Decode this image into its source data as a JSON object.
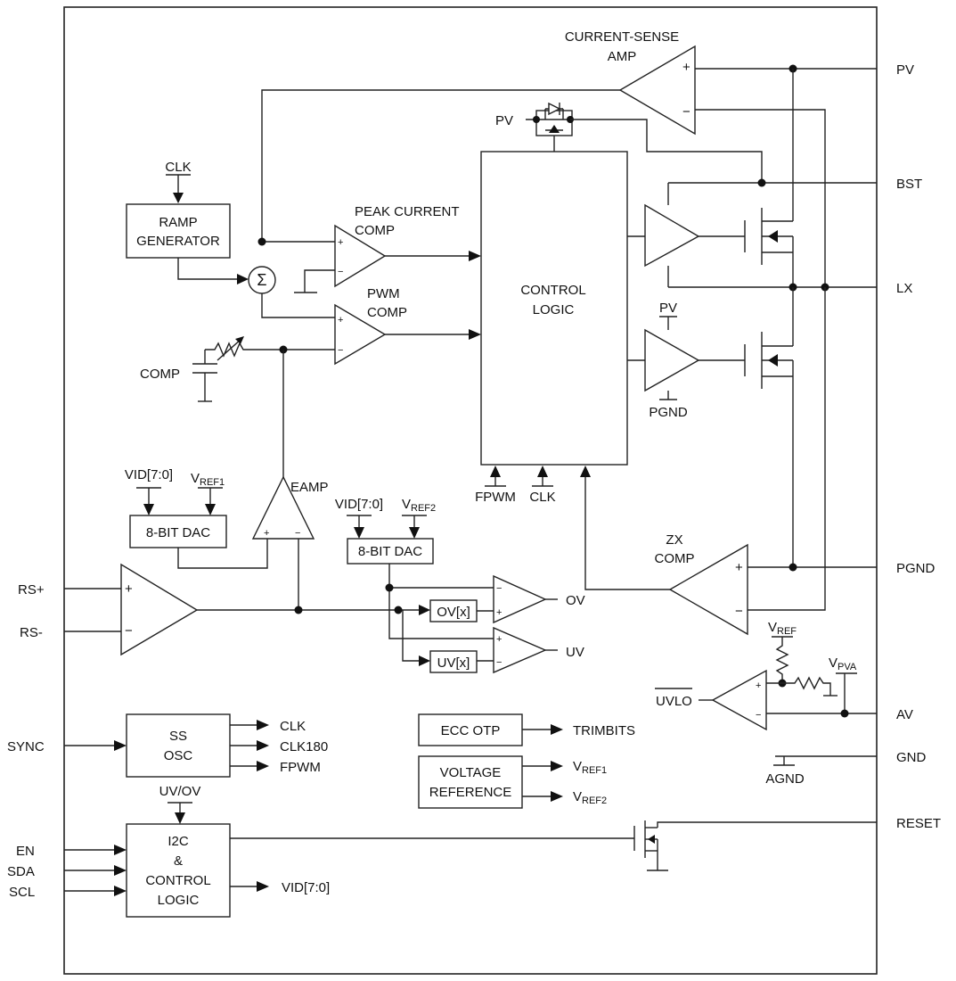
{
  "pins": {
    "pv": "PV",
    "bst": "BST",
    "lx": "LX",
    "pgnd": "PGND",
    "av": "AV",
    "gnd": "GND",
    "reset": "RESET",
    "rs_plus": "RS+",
    "rs_minus": "RS-",
    "sync": "SYNC",
    "en": "EN",
    "sda": "SDA",
    "scl": "SCL",
    "comp": "COMP"
  },
  "blocks": {
    "ramp_line1": "RAMP",
    "ramp_line2": "GENERATOR",
    "control_line1": "CONTROL",
    "control_line2": "LOGIC",
    "dac1": "8-BIT DAC",
    "dac2": "8-BIT DAC",
    "ov_window": "OV[x]",
    "uv_window": "UV[x]",
    "ss_line1": "SS",
    "ss_line2": "OSC",
    "ecc": "ECC OTP",
    "vref_line1": "VOLTAGE",
    "vref_line2": "REFERENCE",
    "i2c_line1": "I2C",
    "i2c_line2": "&",
    "i2c_line3": "CONTROL",
    "i2c_line4": "LOGIC"
  },
  "amplifiers": {
    "current_sense_line1": "CURRENT-SENSE",
    "current_sense_line2": "AMP",
    "peak_line1": "PEAK CURRENT",
    "peak_line2": "COMP",
    "pwm_line1": "PWM",
    "pwm_line2": "COMP",
    "eamp": "EAMP",
    "zx_line1": "ZX",
    "zx_line2": "COMP"
  },
  "signals": {
    "clk_ramp": "CLK",
    "pv_top": "PV",
    "pv_driver": "PV",
    "pgnd_driver": "PGND",
    "fpwm_in": "FPWM",
    "clk_in": "CLK",
    "vid_dac1": "VID[7:0]",
    "vref1_v": "V",
    "vref1_sub": "REF1",
    "vid_dac2": "VID[7:0]",
    "vref2_v": "V",
    "vref2_sub": "REF2",
    "ov_out": "OV",
    "uv_out": "UV",
    "vref_v": "V",
    "vref_sub": "REF",
    "vpva_v": "V",
    "vpva_sub": "PVA",
    "uvlo": "UVLO",
    "agnd": "AGND",
    "clk_out": "CLK",
    "clk180_out": "CLK180",
    "fpwm_out": "FPWM",
    "trimbits": "TRIMBITS",
    "vref1_out_v": "V",
    "vref1_out_sub": "REF1",
    "vref2_out_v": "V",
    "vref2_out_sub": "REF2",
    "uvov_in": "UV/OV",
    "vid_out": "VID[7:0]"
  },
  "symbols": {
    "sigma": "Σ",
    "plus": "+",
    "minus": "−"
  }
}
